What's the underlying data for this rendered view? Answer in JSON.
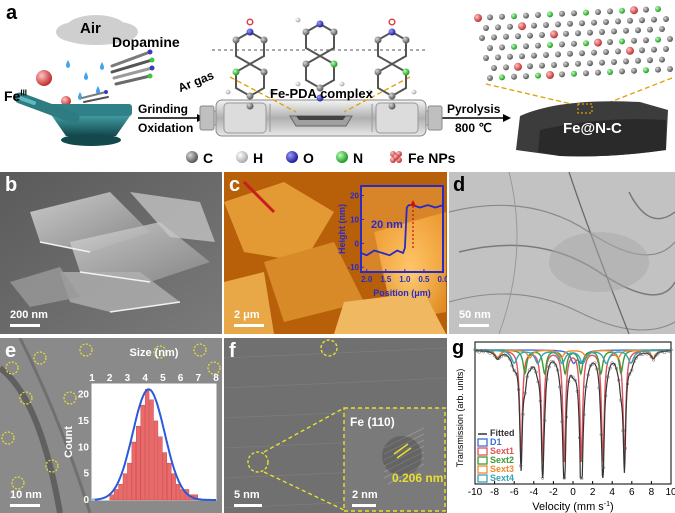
{
  "panel_a": {
    "label": "a",
    "air": "Air",
    "fe_base": "Fe",
    "fe_sup": "III",
    "dopamine": "Dopamine",
    "grinding": "Grinding",
    "oxidation": "Oxidation",
    "ar_gas": "Ar gas",
    "complex": "Fe-PDA complex",
    "pyrolysis": "Pyrolysis",
    "temperature": "800 ℃",
    "product": "Fe@N-C",
    "legend": [
      {
        "symbol": "C",
        "color": "#7a7a7a"
      },
      {
        "symbol": "H",
        "color": "#e2e2e2"
      },
      {
        "symbol": "O",
        "color": "#3a3ac6"
      },
      {
        "symbol": "N",
        "color": "#3fc63f"
      },
      {
        "symbol": "Fe NPs",
        "color": "#e06a6a"
      }
    ]
  },
  "panel_b": {
    "label": "b",
    "scale": "200 nm"
  },
  "panel_c": {
    "label": "c",
    "scale": "2 μm",
    "inset": {
      "annotation": "20 nm",
      "xlabel": "Position (μm)",
      "ylabel": "Height (nm)",
      "xticks": [
        "2.0",
        "1.5",
        "1.0",
        "0.5",
        "0.0"
      ],
      "yticks": [
        "20",
        "10",
        "0",
        "-10"
      ]
    }
  },
  "panel_d": {
    "label": "d",
    "scale": "50 nm"
  },
  "panel_e": {
    "label": "e",
    "scale": "10 nm",
    "inset": {
      "xlabel": "Size (nm)",
      "ylabel": "Count",
      "xticks": [
        "1",
        "2",
        "3",
        "4",
        "5",
        "6",
        "7",
        "8"
      ],
      "yticks": [
        "0",
        "5",
        "10",
        "15",
        "20"
      ]
    }
  },
  "panel_f": {
    "label": "f",
    "scale": "5 nm",
    "inset_scale": "2 nm",
    "plane": "Fe (110)",
    "spacing": "0.206 nm"
  },
  "panel_g": {
    "label": "g"
  },
  "chart_data": [
    {
      "type": "bar",
      "title": "",
      "xlabel": "Size (nm)",
      "ylabel": "Count",
      "xlim": [
        1,
        8
      ],
      "ylim": [
        0,
        22
      ],
      "bin_width": 0.25,
      "x": [
        2.125,
        2.375,
        2.625,
        2.875,
        3.125,
        3.375,
        3.625,
        3.875,
        4.125,
        4.375,
        4.625,
        4.875,
        5.125,
        5.375,
        5.625,
        5.875,
        6.125,
        6.375,
        6.625,
        6.875
      ],
      "values": [
        1,
        2,
        3,
        5,
        7,
        11,
        14,
        18,
        21,
        19,
        15,
        12,
        9,
        7,
        5,
        3,
        2,
        2,
        1,
        1
      ],
      "fit": {
        "type": "gaussian",
        "mean": 4.2,
        "sigma": 0.9,
        "peak": 21
      }
    },
    {
      "type": "line",
      "title": "",
      "xlabel": "Position (μm)",
      "ylabel": "Height (nm)",
      "xlim": [
        2.15,
        0.0
      ],
      "ylim": [
        -12,
        24
      ],
      "x": [
        2.15,
        2.0,
        1.8,
        1.6,
        1.4,
        1.2,
        1.05,
        1.0,
        0.97,
        0.95,
        0.9,
        0.8,
        0.6,
        0.4,
        0.2,
        0.0
      ],
      "values": [
        -4,
        -5,
        -3,
        -4,
        -5,
        -3,
        -4,
        -2,
        8,
        15,
        16,
        16,
        15,
        16,
        15,
        16
      ]
    },
    {
      "type": "line",
      "title": "",
      "xlabel": "Velocity (mm s",
      "xlabel_sup": "-1",
      "xlabel_end": ")",
      "ylabel": "Transmission (arb. units)",
      "xlim": [
        -10,
        10
      ],
      "xticks": [
        "-10",
        "-8",
        "-6",
        "-4",
        "-2",
        "0",
        "2",
        "4",
        "6",
        "8",
        "10"
      ],
      "components": [
        {
          "name": "Fitted",
          "color": "#333333",
          "lines": [],
          "depth": 0
        },
        {
          "name": "D1",
          "color": "#3b6fd6",
          "lines": [
            0.05,
            0.85
          ],
          "width": 0.35,
          "depth": 0.09
        },
        {
          "name": "Sext1",
          "color": "#e0525c",
          "lines": [
            -5.3,
            -3.1,
            -0.9,
            0.85,
            3.05,
            5.25
          ],
          "width": 0.16,
          "depth": 0.86
        },
        {
          "name": "Sext2",
          "color": "#3e9a34",
          "lines": [
            -4.9,
            -2.9,
            -0.8,
            0.8,
            2.85,
            4.9
          ],
          "width": 0.22,
          "depth": 0.18
        },
        {
          "name": "Sext3",
          "color": "#f08a2c",
          "lines": [
            -7.7,
            -4.4,
            -1.2,
            1.4,
            4.6,
            8.2
          ],
          "width": 0.3,
          "depth": 0.06
        },
        {
          "name": "Sext4",
          "color": "#35a5b3",
          "lines": [
            -6.0,
            -3.6,
            -1.1,
            1.0,
            3.4,
            5.9
          ],
          "width": 0.35,
          "depth": 0.1
        }
      ]
    }
  ]
}
